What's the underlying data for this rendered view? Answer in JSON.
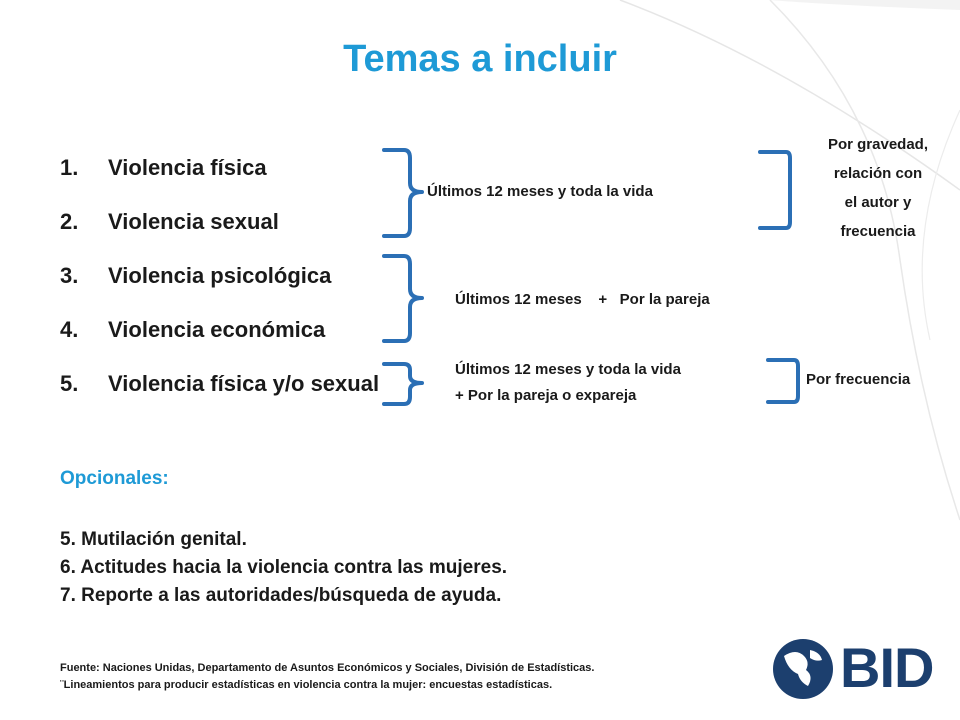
{
  "title": "Temas a incluir",
  "topics": [
    {
      "number": "1.",
      "label": "Violencia física"
    },
    {
      "number": "2.",
      "label": "Violencia sexual"
    },
    {
      "number": "3.",
      "label": "Violencia psicológica"
    },
    {
      "number": "4.",
      "label": "Violencia económica"
    },
    {
      "number": "5.",
      "label": "Violencia física y/o sexual"
    }
  ],
  "brackets": {
    "group1_label": "Últimos 12 meses y toda la vida",
    "group2_label": "Últimos 12 meses    +   Por la pareja",
    "group3_line1": "Últimos 12 meses y toda la vida",
    "group3_line2": "+ Por la pareja o expareja",
    "detail1_lines": [
      "Por gravedad,",
      "relación con",
      "el autor y",
      "frecuencia"
    ],
    "detail2": "Por frecuencia"
  },
  "optional": {
    "heading": "Opcionales:",
    "items": [
      "5. Mutilación genital.",
      "6. Actitudes hacia la violencia contra las mujeres.",
      "7. Reporte a las autoridades/búsqueda de ayuda."
    ]
  },
  "source": {
    "line1": "Fuente: Naciones Unidas, Departamento de Asuntos Económicos y Sociales, División de Estadísticas.",
    "line2": "¨Lineamientos para producir estadísticas en violencia contra la mujer: encuestas estadísticas."
  },
  "logo": {
    "text": "BID"
  },
  "colors": {
    "title": "#1e9ad6",
    "bracket": "#2b6fb5",
    "logo": "#1c3f6e"
  }
}
